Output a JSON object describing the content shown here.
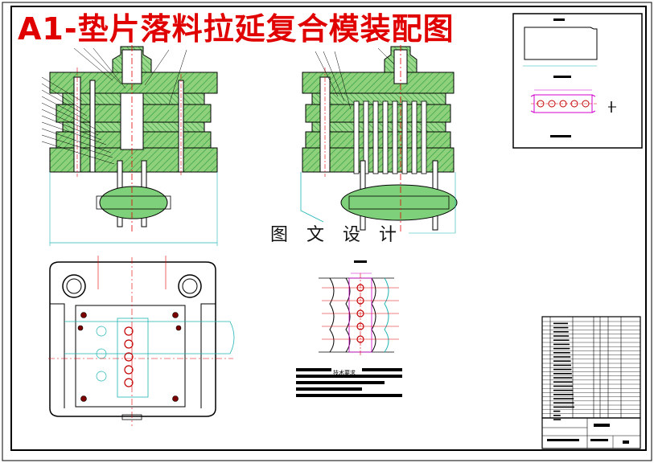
{
  "title": "A1-垫片落料拉延复合模装配图",
  "watermark": "图 文 设 计",
  "tech_notes_heading": "技术要求",
  "colors": {
    "accent_title": "#e00000",
    "hatch_green": "#2fa04a",
    "fill_green": "#8fd07a",
    "centerline_red": "#e00000",
    "dimension_cyan": "#20b4b4",
    "outline_black": "#000000",
    "layout_magenta": "#d000d0"
  }
}
